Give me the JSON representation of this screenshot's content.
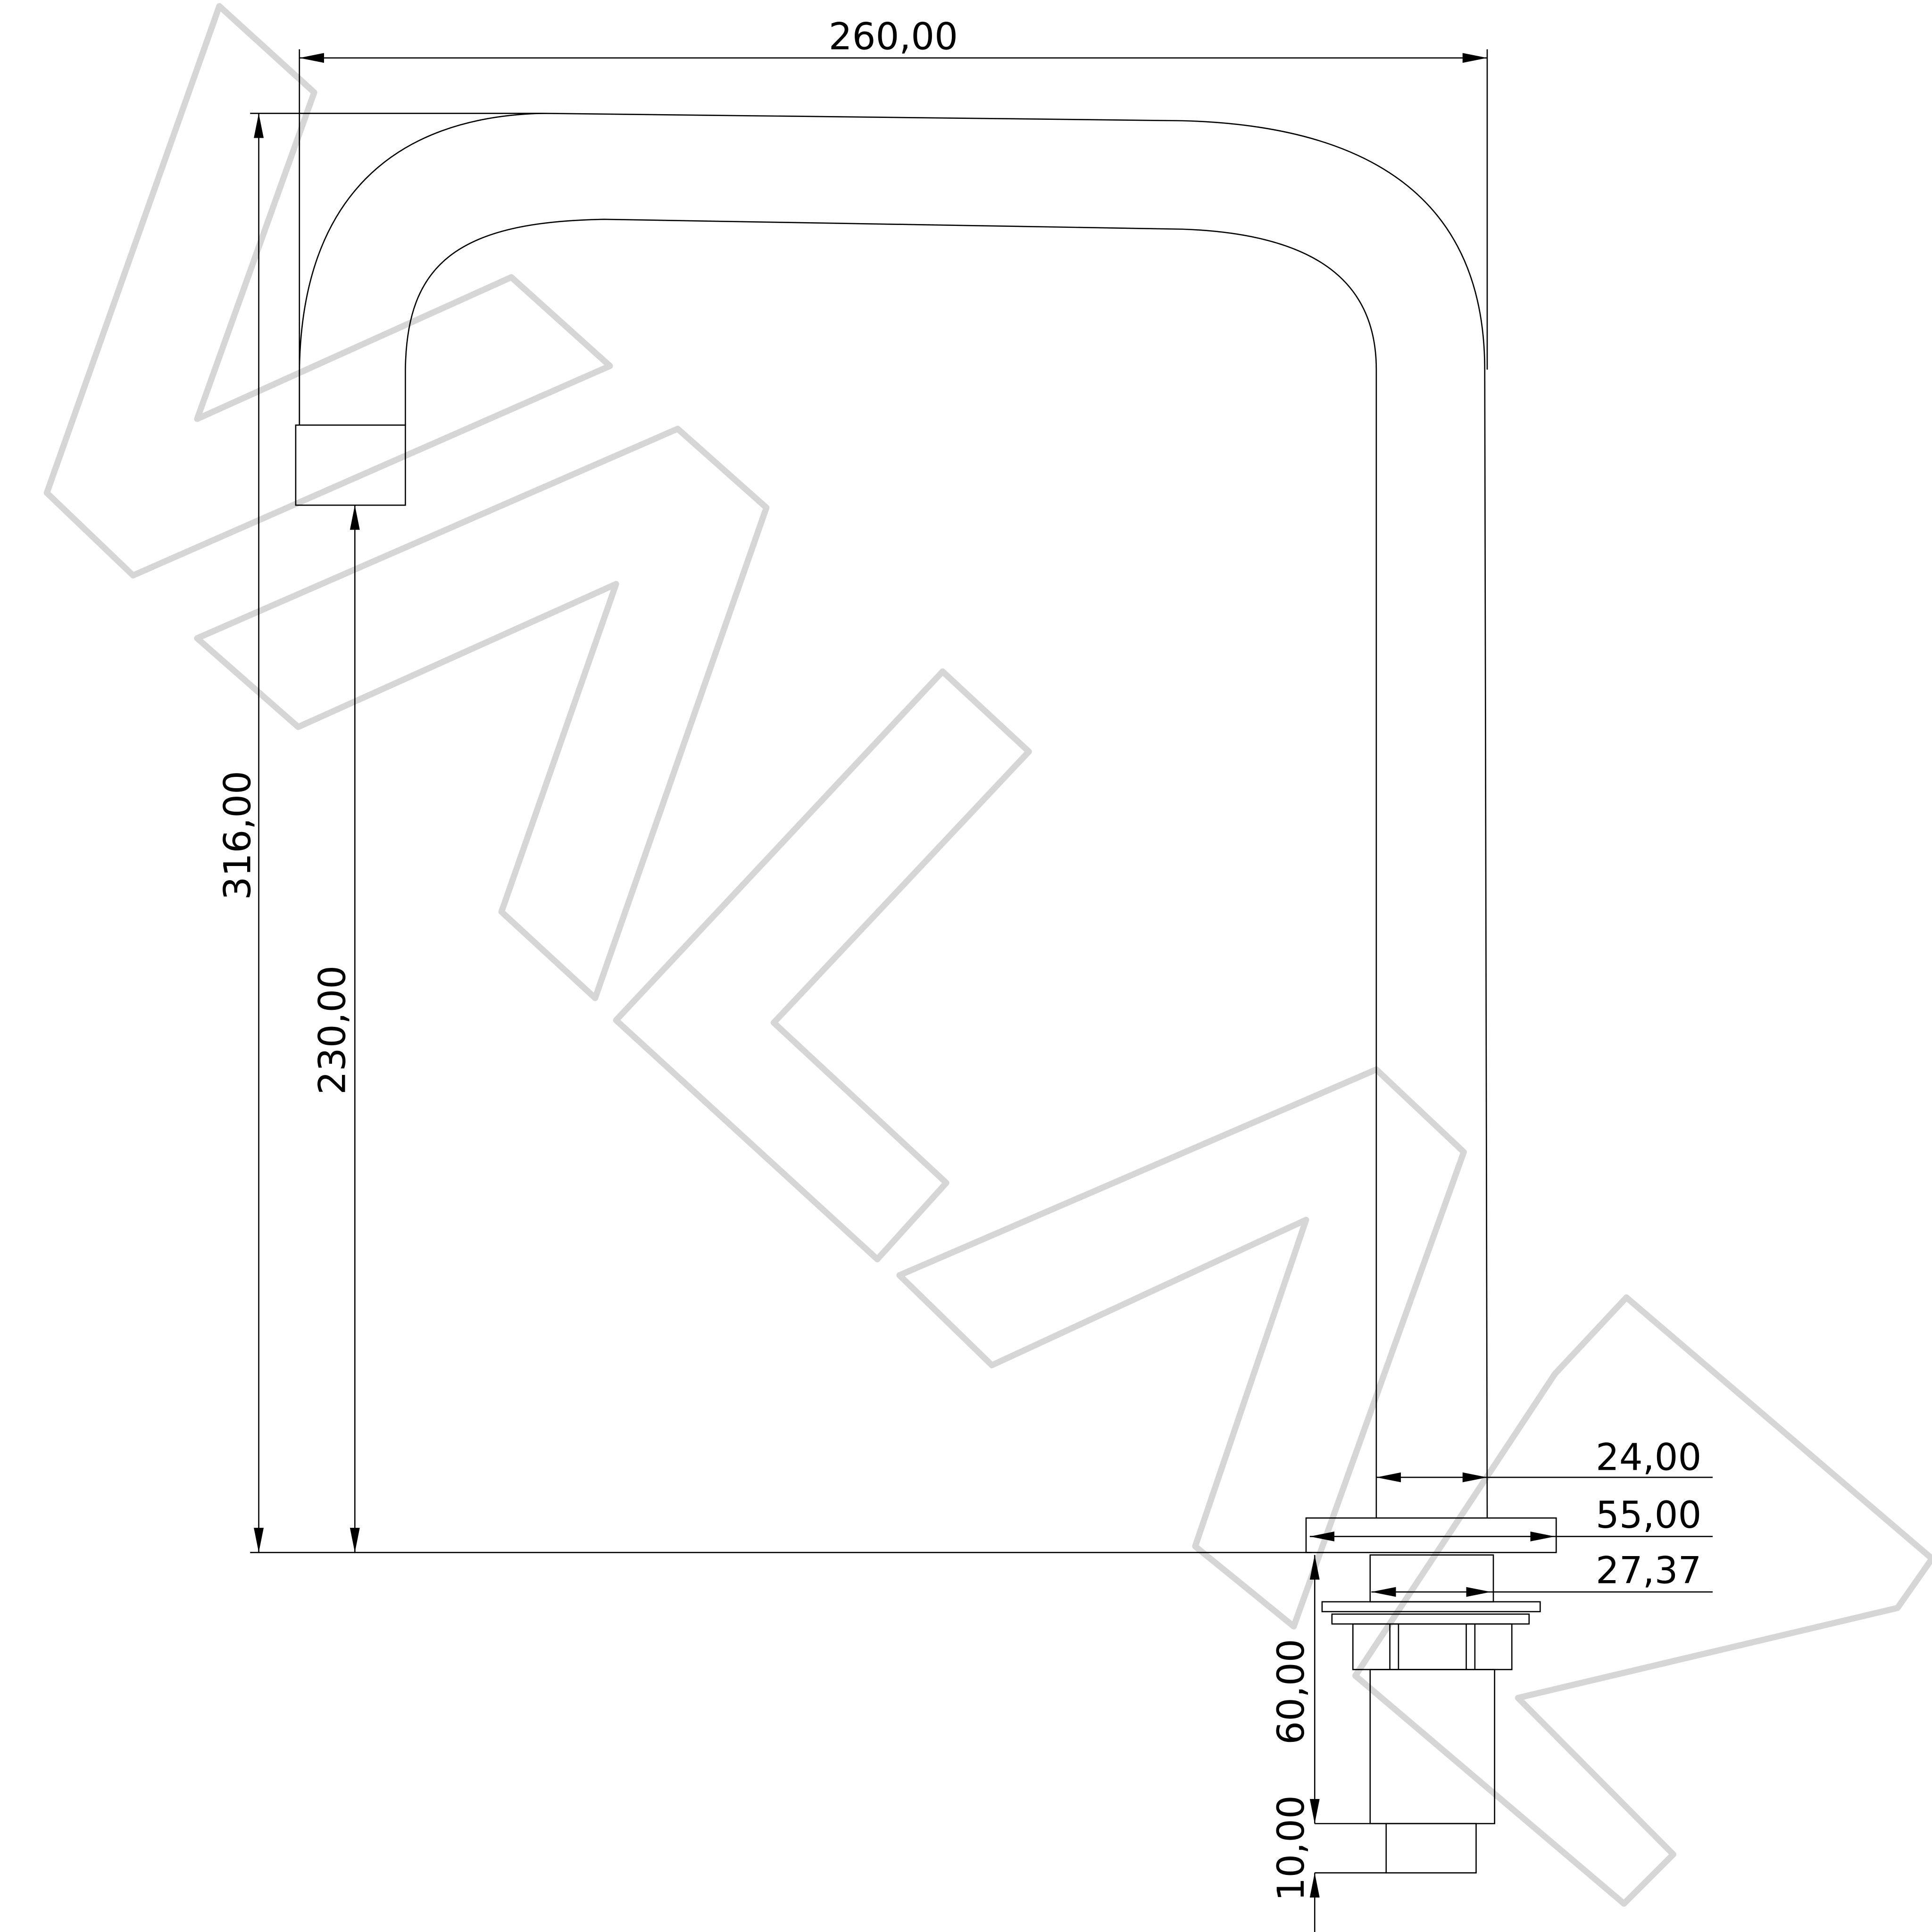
{
  "drawing": {
    "title": "Spout technical drawing",
    "dimensions": {
      "overall_width": "260,00",
      "overall_height": "316,00",
      "spout_height": "230,00",
      "tube_diameter": "24,00",
      "flange_diameter": "55,00",
      "thread_diameter": "27,37",
      "thread_length": "60,00",
      "tail_length": "10,00"
    }
  }
}
